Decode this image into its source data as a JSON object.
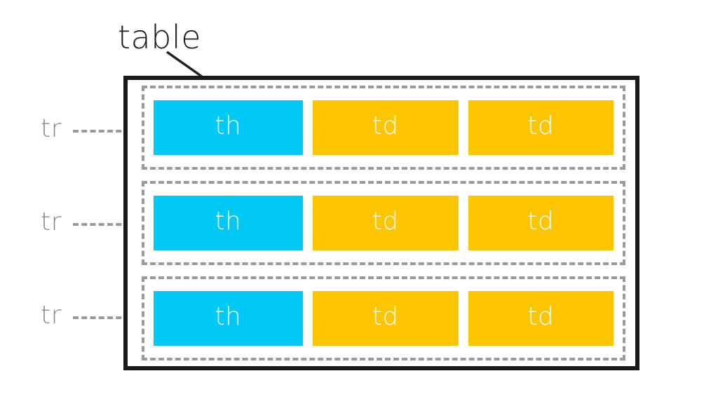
{
  "diagram": {
    "title_label": "table",
    "background_color": "#ffffff",
    "table_border_color": "#1a1a1a",
    "row_border_color": "#9a9a9a",
    "th_color": "#00c9f5",
    "td_color": "#fdc500",
    "cell_text_color": "#ffffff",
    "row_label_color": "#8a8a8a",
    "title_color": "#1f1f1f",
    "rows": [
      {
        "label": "tr",
        "cells": [
          {
            "tag": "th",
            "type": "header"
          },
          {
            "tag": "td",
            "type": "data"
          },
          {
            "tag": "td",
            "type": "data"
          }
        ]
      },
      {
        "label": "tr",
        "cells": [
          {
            "tag": "th",
            "type": "header"
          },
          {
            "tag": "td",
            "type": "data"
          },
          {
            "tag": "td",
            "type": "data"
          }
        ]
      },
      {
        "label": "tr",
        "cells": [
          {
            "tag": "th",
            "type": "header"
          },
          {
            "tag": "td",
            "type": "data"
          },
          {
            "tag": "td",
            "type": "data"
          }
        ]
      }
    ]
  }
}
